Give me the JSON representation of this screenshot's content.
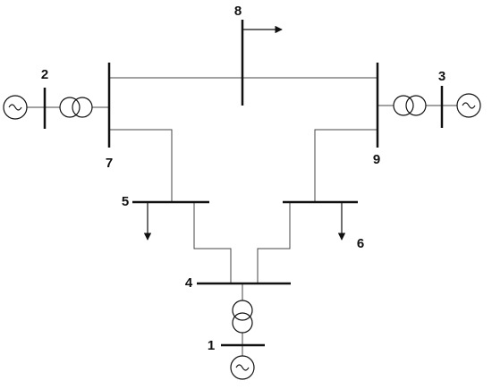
{
  "diagram": {
    "buses": [
      {
        "id": "1",
        "label": "1"
      },
      {
        "id": "2",
        "label": "2"
      },
      {
        "id": "3",
        "label": "3"
      },
      {
        "id": "4",
        "label": "4"
      },
      {
        "id": "5",
        "label": "5"
      },
      {
        "id": "6",
        "label": "6"
      },
      {
        "id": "7",
        "label": "7"
      },
      {
        "id": "8",
        "label": "8"
      },
      {
        "id": "9",
        "label": "9"
      }
    ],
    "generators": [
      {
        "bus": "1",
        "icon": "ac-source-icon"
      },
      {
        "bus": "2",
        "icon": "ac-source-icon"
      },
      {
        "bus": "3",
        "icon": "ac-source-icon"
      }
    ],
    "transformers": [
      {
        "from": "1",
        "to": "4",
        "icon": "transformer-icon"
      },
      {
        "from": "2",
        "to": "7",
        "icon": "transformer-icon"
      },
      {
        "from": "3",
        "to": "9",
        "icon": "transformer-icon"
      }
    ],
    "lines": [
      {
        "from": "7",
        "to": "8"
      },
      {
        "from": "8",
        "to": "9"
      },
      {
        "from": "7",
        "to": "5"
      },
      {
        "from": "9",
        "to": "6"
      },
      {
        "from": "5",
        "to": "4"
      },
      {
        "from": "6",
        "to": "4"
      }
    ],
    "loads": [
      {
        "bus": "5",
        "icon": "load-arrow-icon"
      },
      {
        "bus": "6",
        "icon": "load-arrow-icon"
      },
      {
        "bus": "8",
        "icon": "load-arrow-icon"
      }
    ],
    "colors": {
      "line": "#444444",
      "bus": "#111111",
      "background": "#ffffff"
    }
  }
}
